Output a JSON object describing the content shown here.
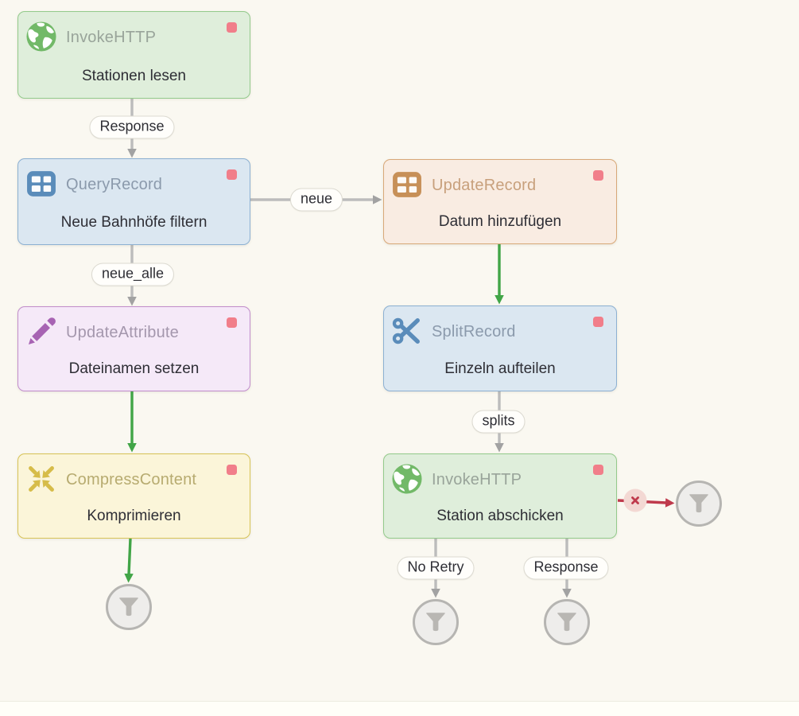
{
  "canvas": {
    "background_color": "#faf8f1",
    "footer_color": "#fffef8"
  },
  "nodes": [
    {
      "type": "InvokeHTTP",
      "label": "Stationen lesen",
      "icon": "globe-icon",
      "theme": "green",
      "status_badge_color": "#f17e8a"
    },
    {
      "type": "QueryRecord",
      "label": "Neue Bahnhöfe filtern",
      "icon": "table-icon",
      "theme": "blue",
      "status_badge_color": "#f17e8a"
    },
    {
      "type": "UpdateRecord",
      "label": "Datum hinzufügen",
      "icon": "table-icon",
      "theme": "orange",
      "status_badge_color": "#f17e8a"
    },
    {
      "type": "UpdateAttribute",
      "label": "Dateinamen setzen",
      "icon": "pencil-icon",
      "theme": "purple",
      "status_badge_color": "#f17e8a"
    },
    {
      "type": "SplitRecord",
      "label": "Einzeln aufteilen",
      "icon": "scissors-icon",
      "theme": "blue",
      "status_badge_color": "#f17e8a"
    },
    {
      "type": "CompressContent",
      "label": "Komprimieren",
      "icon": "compress-icon",
      "theme": "yellow",
      "status_badge_color": "#f17e8a"
    },
    {
      "type": "InvokeHTTP",
      "label": "Station abschicken",
      "icon": "globe-icon",
      "theme": "green",
      "status_badge_color": "#f17e8a"
    }
  ],
  "edges": [
    {
      "from": "Stationen lesen",
      "to": "Neue Bahnhöfe filtern",
      "label": "Response",
      "color": "gray"
    },
    {
      "from": "Neue Bahnhöfe filtern",
      "to": "Datum hinzufügen",
      "label": "neue",
      "color": "gray"
    },
    {
      "from": "Neue Bahnhöfe filtern",
      "to": "Dateinamen setzen",
      "label": "neue_alle",
      "color": "gray"
    },
    {
      "from": "Datum hinzufügen",
      "to": "Einzeln aufteilen",
      "label": "",
      "color": "green"
    },
    {
      "from": "Dateinamen setzen",
      "to": "Komprimieren",
      "label": "",
      "color": "green"
    },
    {
      "from": "Einzeln aufteilen",
      "to": "Station abschicken",
      "label": "splits",
      "color": "gray"
    },
    {
      "from": "Komprimieren",
      "to": "funnel-1",
      "label": "",
      "color": "green"
    },
    {
      "from": "Station abschicken",
      "to": "funnel-2",
      "label": "No Retry",
      "color": "gray"
    },
    {
      "from": "Station abschicken",
      "to": "funnel-3",
      "label": "Response",
      "color": "gray"
    },
    {
      "from": "Station abschicken",
      "to": "funnel-4",
      "label": "",
      "color": "red",
      "error_marker": true
    }
  ],
  "funnels": [
    {
      "icon": "funnel-icon"
    },
    {
      "icon": "funnel-icon"
    },
    {
      "icon": "funnel-icon"
    },
    {
      "icon": "funnel-icon"
    }
  ],
  "colors": {
    "edge_gray": "#bcbcbc",
    "edge_arrow_gray": "#a2a2a2",
    "edge_green": "#41a547",
    "edge_red": "#bf3a4c",
    "error_badge_bg": "#f3d8d3",
    "funnel_bg": "#eeedeb",
    "funnel_border": "#b6b5b2",
    "funnel_icon": "#b9b7b3"
  }
}
